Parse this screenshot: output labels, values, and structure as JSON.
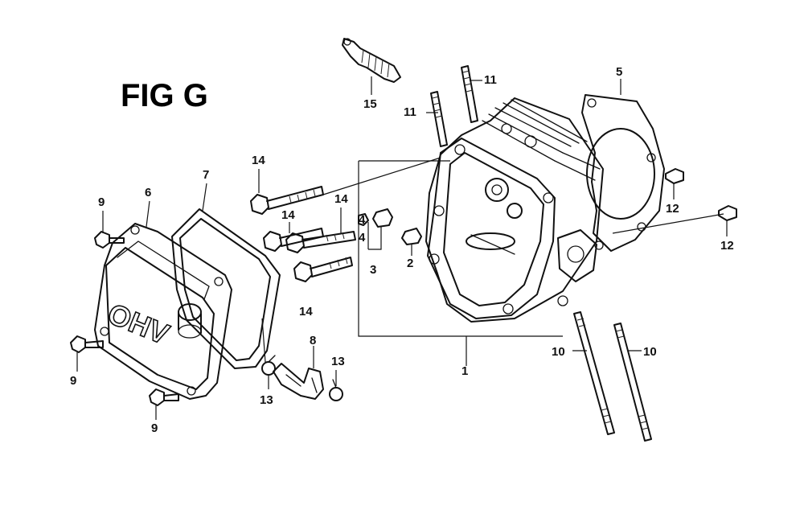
{
  "figure": {
    "title": "FIG G"
  },
  "cover_emboss": "OHV",
  "callouts": {
    "c1": "1",
    "c2": "2",
    "c3": "3",
    "c4a": "4",
    "c4b": "4",
    "c5": "5",
    "c6": "6",
    "c7": "7",
    "c8": "8",
    "c9a": "9",
    "c9b": "9",
    "c9c": "9",
    "c10a": "10",
    "c10b": "10",
    "c11a": "11",
    "c11b": "11",
    "c12a": "12",
    "c12b": "12",
    "c13a": "13",
    "c13b": "13",
    "c14a": "14",
    "c14b": "14",
    "c14c": "14",
    "c14d": "14",
    "c15": "15"
  }
}
